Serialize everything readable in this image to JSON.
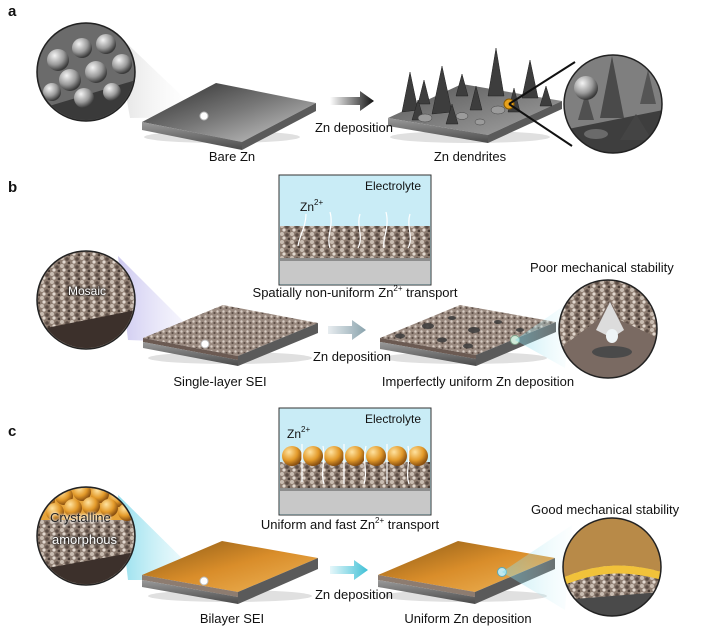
{
  "panels": [
    "a",
    "b",
    "c"
  ],
  "row_a": {
    "left_label": "Bare Zn",
    "arrow_label": "Zn deposition",
    "right_label": "Zn dendrites"
  },
  "row_b": {
    "inset_label": "Electrolyte",
    "inset_ion": "Zn",
    "inset_ion_sup": "2+",
    "caption_pre": "Spatially non-uniform Zn",
    "caption_sup": "2+",
    "caption_post": " transport",
    "zoom_label": "Mosaic",
    "left_label": "Single-layer SEI",
    "arrow_label": "Zn deposition",
    "right_label": "Imperfectly uniform Zn deposition",
    "stability_label": "Poor mechanical stability"
  },
  "row_c": {
    "inset_label": "Electrolyte",
    "inset_ion": "Zn",
    "inset_ion_sup": "2+",
    "caption_pre": "Uniform and fast Zn",
    "caption_sup": "2+",
    "caption_post": " transport",
    "zoom_label_top": "Crystalline",
    "zoom_label_bottom": "amorphous",
    "left_label": "Bilayer SEI",
    "arrow_label": "Zn deposition",
    "right_label": "Uniform Zn deposition",
    "stability_label": "Good mechanical stability"
  },
  "colors": {
    "electrolyte": "#c9ecf6",
    "zinc_gray": "#8a8f94",
    "sei_texture": "#7a6a62",
    "crystalline": "#e39a2a",
    "arrow_cyan": "#3fc0d6",
    "arrow_black": "#111111"
  }
}
